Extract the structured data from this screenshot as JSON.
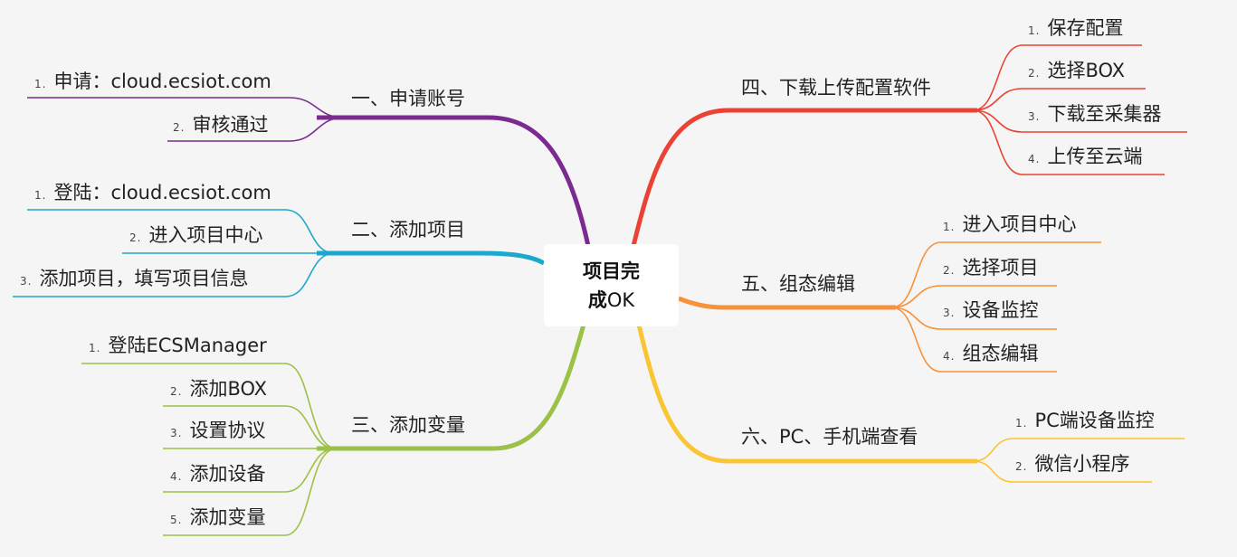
{
  "center": {
    "line1": "项目完",
    "line2_bold": "成",
    "line2_rest": "OK"
  },
  "branches": [
    {
      "label": "一、申请账号",
      "color": "#7b2b8f",
      "items": [
        {
          "num": "1.",
          "text": "申请：cloud.ecsiot.com"
        },
        {
          "num": "2.",
          "text": "审核通过"
        }
      ]
    },
    {
      "label": "二、添加项目",
      "color": "#1ba8cc",
      "items": [
        {
          "num": "1.",
          "text": "登陆：cloud.ecsiot.com"
        },
        {
          "num": "2.",
          "text": "进入项目中心"
        },
        {
          "num": "3.",
          "text": "添加项目，填写项目信息"
        }
      ]
    },
    {
      "label": "三、添加变量",
      "color": "#9bc146",
      "items": [
        {
          "num": "1.",
          "text": "登陆ECSManager"
        },
        {
          "num": "2.",
          "text": "添加BOX"
        },
        {
          "num": "3.",
          "text": "设置协议"
        },
        {
          "num": "4.",
          "text": "添加设备"
        },
        {
          "num": "5.",
          "text": "添加变量"
        }
      ]
    },
    {
      "label": "四、下载上传配置软件",
      "color": "#ea4335",
      "items": [
        {
          "num": "1.",
          "text": "保存配置"
        },
        {
          "num": "2.",
          "text": "选择BOX"
        },
        {
          "num": "3.",
          "text": "下载至采集器"
        },
        {
          "num": "4.",
          "text": "上传至云端"
        }
      ]
    },
    {
      "label": "五、组态编辑",
      "color": "#f7923a",
      "items": [
        {
          "num": "1.",
          "text": "进入项目中心"
        },
        {
          "num": "2.",
          "text": "选择项目"
        },
        {
          "num": "3.",
          "text": "设备监控"
        },
        {
          "num": "4.",
          "text": "组态编辑"
        }
      ]
    },
    {
      "label": "六、PC、手机端查看",
      "color": "#fac533",
      "items": [
        {
          "num": "1.",
          "text": "PC端设备监控"
        },
        {
          "num": "2.",
          "text": "微信小程序"
        }
      ]
    }
  ]
}
